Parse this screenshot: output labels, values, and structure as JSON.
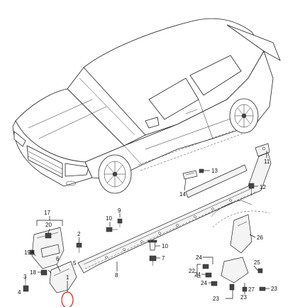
{
  "callouts": {
    "c1": "1",
    "c2": "2",
    "c3": "3",
    "c4": "4",
    "c5": "5",
    "c6": "6",
    "c7": "7",
    "c8": "8",
    "c9": "9",
    "c10a": "10",
    "c10b": "10",
    "c11": "11",
    "c12": "12",
    "c13": "13",
    "c14": "14",
    "c17": "17",
    "c18": "18",
    "c19": "19",
    "c20": "20",
    "c22": "22",
    "c23a": "23",
    "c23b": "23",
    "c23c": "23",
    "c24a": "24",
    "c24b": "24",
    "c24c": "24",
    "c25": "25",
    "c26": "26",
    "c27": "27"
  },
  "highlight": {
    "color": "#d22020"
  }
}
